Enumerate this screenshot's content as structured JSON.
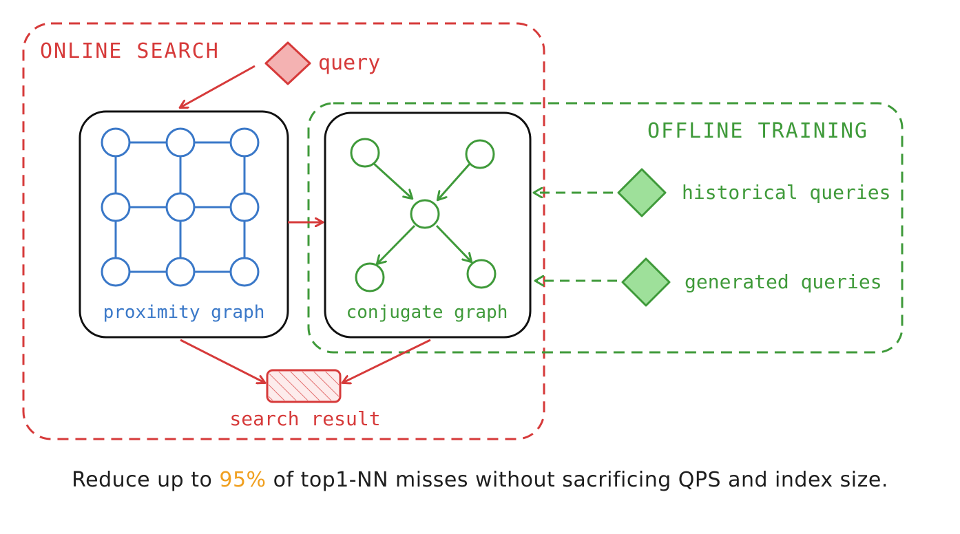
{
  "online": {
    "title": "ONLINE SEARCH"
  },
  "offline": {
    "title": "OFFLINE TRAINING"
  },
  "nodes": {
    "query": "query",
    "proximity": "proximity graph",
    "conjugate": "conjugate graph",
    "historical": "historical queries",
    "generated": "generated queries",
    "result": "search result"
  },
  "caption": {
    "before": "Reduce up to ",
    "highlight": "95%",
    "after": " of top1-NN misses without sacrificing QPS and index size."
  },
  "colors": {
    "online": "#d63a3a",
    "offline": "#3f9a3a",
    "proximity": "#3a78c8",
    "box": "#111111",
    "highlight": "#f0a020",
    "result_fill": "#f7c9c9",
    "diamond_red": "#f4b2b2",
    "diamond_green": "#9ee09a"
  }
}
